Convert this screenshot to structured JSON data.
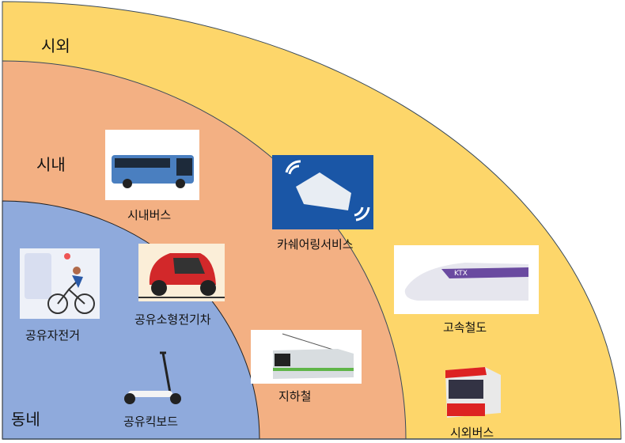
{
  "zones": {
    "outer": {
      "label": "시외",
      "color": "#FDD66A"
    },
    "city": {
      "label": "시내",
      "color": "#F3B083"
    },
    "neighborhood": {
      "label": "동네",
      "color": "#8FAADC"
    }
  },
  "items": {
    "city_bus": "시내버스",
    "car_sharing": "카쉐어링서비스",
    "high_speed_rail": "고속철도",
    "intercity_bus": "시외버스",
    "subway": "지하철",
    "shared_bicycle": "공유자전거",
    "shared_small_ev": "공유소형전기차",
    "shared_kickboard": "공유킥보드"
  },
  "ktx_badge": "KTX"
}
